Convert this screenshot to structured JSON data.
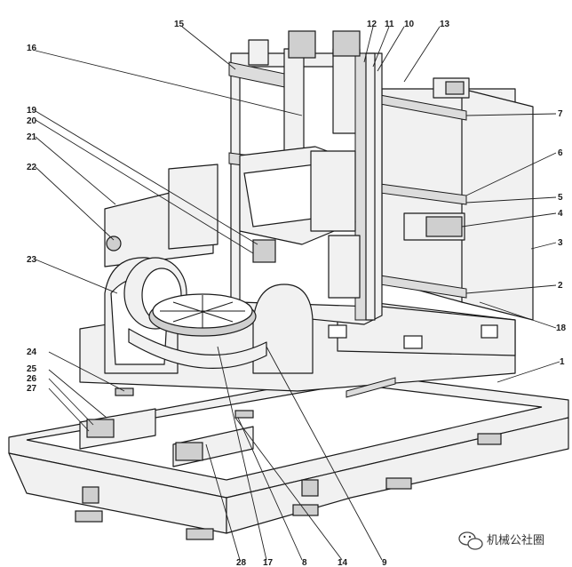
{
  "callouts": [
    {
      "id": "1",
      "label": "1"
    },
    {
      "id": "2",
      "label": "2"
    },
    {
      "id": "3",
      "label": "3"
    },
    {
      "id": "4",
      "label": "4"
    },
    {
      "id": "5",
      "label": "5"
    },
    {
      "id": "6",
      "label": "6"
    },
    {
      "id": "7",
      "label": "7"
    },
    {
      "id": "8",
      "label": "8"
    },
    {
      "id": "9",
      "label": "9"
    },
    {
      "id": "10",
      "label": "10"
    },
    {
      "id": "11",
      "label": "11"
    },
    {
      "id": "12",
      "label": "12"
    },
    {
      "id": "13",
      "label": "13"
    },
    {
      "id": "14",
      "label": "14"
    },
    {
      "id": "15",
      "label": "15"
    },
    {
      "id": "16",
      "label": "16"
    },
    {
      "id": "17",
      "label": "17"
    },
    {
      "id": "18",
      "label": "18"
    },
    {
      "id": "19",
      "label": "19"
    },
    {
      "id": "20",
      "label": "20"
    },
    {
      "id": "21",
      "label": "21"
    },
    {
      "id": "22",
      "label": "22"
    },
    {
      "id": "23",
      "label": "23"
    },
    {
      "id": "24",
      "label": "24"
    },
    {
      "id": "25",
      "label": "25"
    },
    {
      "id": "26",
      "label": "26"
    },
    {
      "id": "27",
      "label": "27"
    },
    {
      "id": "28",
      "label": "28"
    }
  ],
  "watermark": {
    "text": "机械公社圈",
    "icon": "wechat-icon"
  }
}
